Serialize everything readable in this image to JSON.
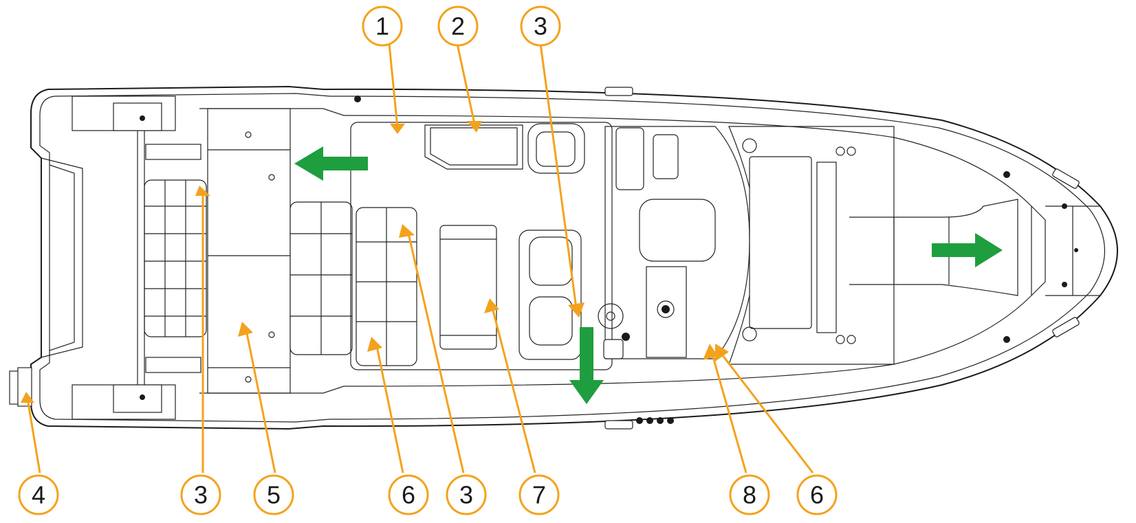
{
  "colors": {
    "callout": "#f4a21d",
    "flow_arrow": "#1e9e3e",
    "outline": "#1a1a1a",
    "background": "#ffffff"
  },
  "callouts": [
    {
      "id": "c1-top",
      "label": "1"
    },
    {
      "id": "c2-top",
      "label": "2"
    },
    {
      "id": "c3-top",
      "label": "3"
    },
    {
      "id": "c4-bottom",
      "label": "4"
    },
    {
      "id": "c3-bottom-left",
      "label": "3"
    },
    {
      "id": "c5-bottom",
      "label": "5"
    },
    {
      "id": "c6-bottom-left",
      "label": "6"
    },
    {
      "id": "c3-bottom-mid",
      "label": "3"
    },
    {
      "id": "c7-bottom",
      "label": "7"
    },
    {
      "id": "c8-bottom",
      "label": "8"
    },
    {
      "id": "c6-bottom-right",
      "label": "6"
    }
  ],
  "flow_arrows": [
    {
      "id": "aft-arrow",
      "direction": "left"
    },
    {
      "id": "starboard-arrow",
      "direction": "down"
    },
    {
      "id": "bow-arrow",
      "direction": "right"
    }
  ]
}
